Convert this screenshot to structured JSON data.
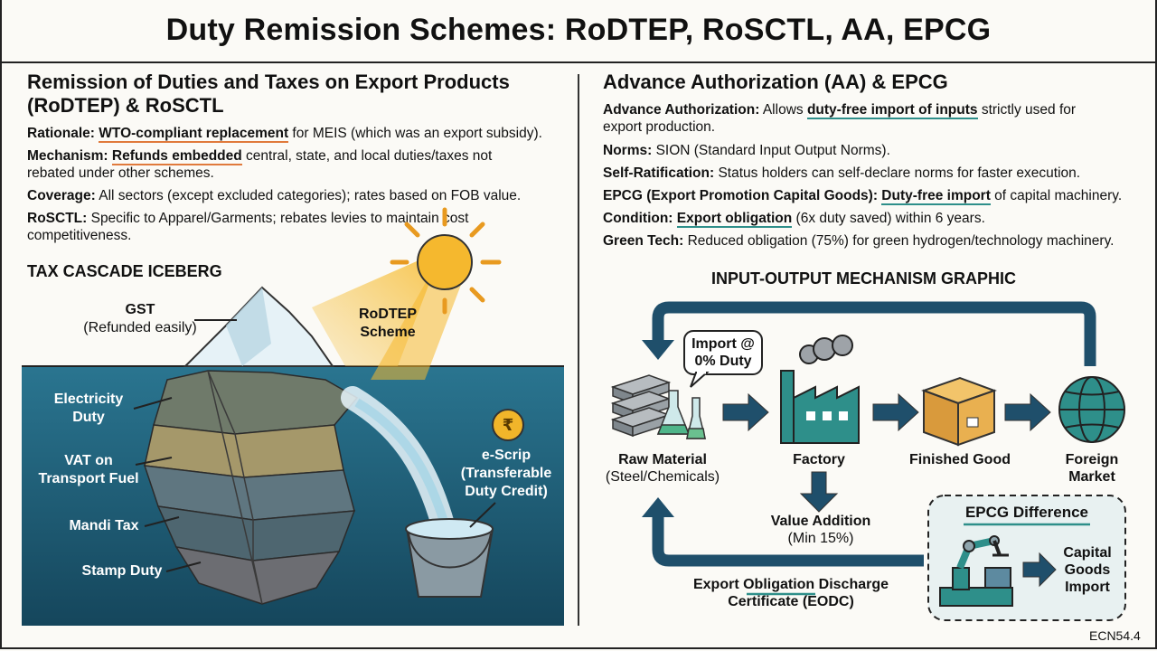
{
  "title": "Duty Remission Schemes: RoDTEP, RoSCTL, AA, EPCG",
  "left": {
    "heading_line1": "Remission of Duties and Taxes on Export Products",
    "heading_line2": "(RoDTEP) & RoSCTL",
    "rationale": {
      "label": "Rationale:",
      "highlight": "WTO-compliant replacement",
      "rest": " for MEIS (which was an export subsidy)."
    },
    "mechanism": {
      "label": "Mechanism:",
      "highlight": "Refunds embedded",
      "rest1": " central, state, and local duties/taxes not",
      "rest2": "rebated under other schemes."
    },
    "coverage": {
      "label": "Coverage:",
      "rest": " All sectors (except excluded categories); rates based on FOB value."
    },
    "rosctl": {
      "label": "RoSCTL:",
      "rest1": " Specific to Apparel/Garments; rebates levies to maintain cost",
      "rest2": "competitiveness."
    },
    "iceberg_heading": "TAX CASCADE ICEBERG",
    "iceberg": {
      "gst_line1": "GST",
      "gst_line2": "(Refunded easily)",
      "scheme_line1": "RoDTEP",
      "scheme_line2": "Scheme",
      "electricity_line1": "Electricity",
      "electricity_line2": "Duty",
      "vat_line1": "VAT on",
      "vat_line2": "Transport Fuel",
      "mandi": "Mandi Tax",
      "stamp": "Stamp Duty",
      "escrip_line1": "e-Scrip",
      "escrip_line2": "(Transferable",
      "escrip_line3": "Duty Credit)",
      "coin_symbol": "₹"
    }
  },
  "right": {
    "heading": "Advance Authorization (AA) & EPCG",
    "aa": {
      "label": "Advance Authorization:",
      "pre": " Allows ",
      "highlight": "duty-free import of inputs",
      "rest1": " strictly used for",
      "rest2": "export production."
    },
    "norms": {
      "label": "Norms:",
      "rest": " SION (Standard Input Output Norms)."
    },
    "selfrat": {
      "label": "Self-Ratification:",
      "rest": " Status holders can self-declare norms for faster execution."
    },
    "epcg": {
      "label": "EPCG (Export Promotion Capital Goods):",
      "highlight": "Duty-free import",
      "rest": " of capital machinery."
    },
    "condition": {
      "label": "Condition:",
      "highlight": "Export obligation",
      "rest": " (6x duty saved) within 6 years."
    },
    "green": {
      "label": "Green Tech:",
      "rest": " Reduced obligation (75%) for green hydrogen/technology machinery."
    },
    "graphic_heading": "INPUT-OUTPUT MECHANISM GRAPHIC",
    "flow": {
      "import_line1": "Import @",
      "import_line2": "0% Duty",
      "raw_line1": "Raw Material",
      "raw_line2": "(Steel/Chemicals)",
      "factory": "Factory",
      "finished": "Finished Good",
      "market_line1": "Foreign",
      "market_line2": "Market",
      "value_line1": "Value Addition",
      "value_line2": "(Min 15%)",
      "eodc_pre": "Export ",
      "eodc_highlight": "Obligation",
      "eodc_post": " Discharge",
      "eodc_line2": "Certificate (EODC)",
      "epcg_box_title": "EPCG Difference",
      "capital_line1": "Capital",
      "capital_line2": "Goods",
      "capital_line3": "Import"
    }
  },
  "footer_code": "ECN54.4",
  "colors": {
    "teal": "#2e8f8a",
    "orange": "#e07a3c",
    "arrow": "#1f4f6b",
    "water": "#1f5f78",
    "sun": "#f5b82e"
  }
}
